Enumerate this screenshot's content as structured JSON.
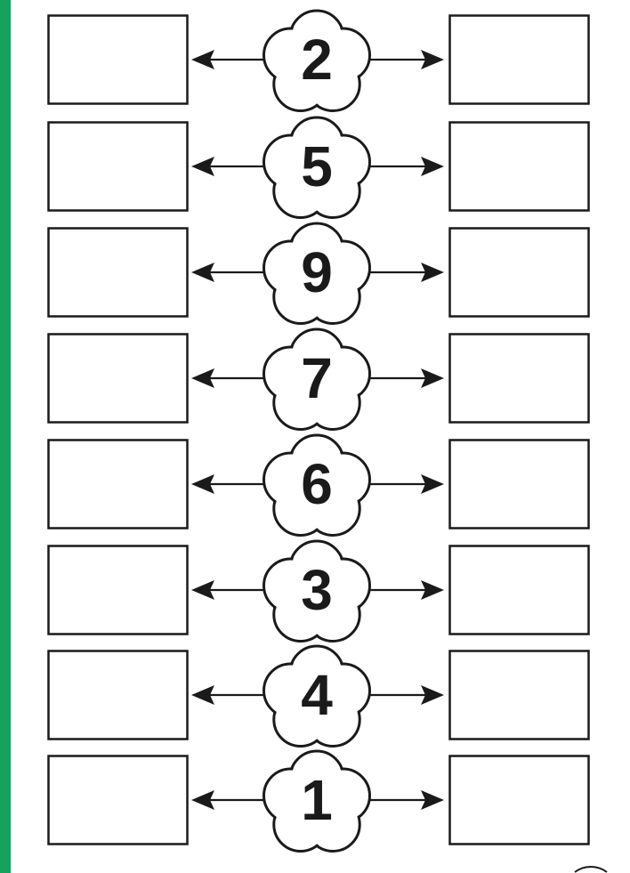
{
  "worksheet": {
    "rows": [
      {
        "number": "2"
      },
      {
        "number": "5"
      },
      {
        "number": "9"
      },
      {
        "number": "7"
      },
      {
        "number": "6"
      },
      {
        "number": "3"
      },
      {
        "number": "4"
      },
      {
        "number": "1"
      }
    ]
  },
  "colors": {
    "accent": "#13a35a",
    "ink": "#1a1a1a"
  }
}
